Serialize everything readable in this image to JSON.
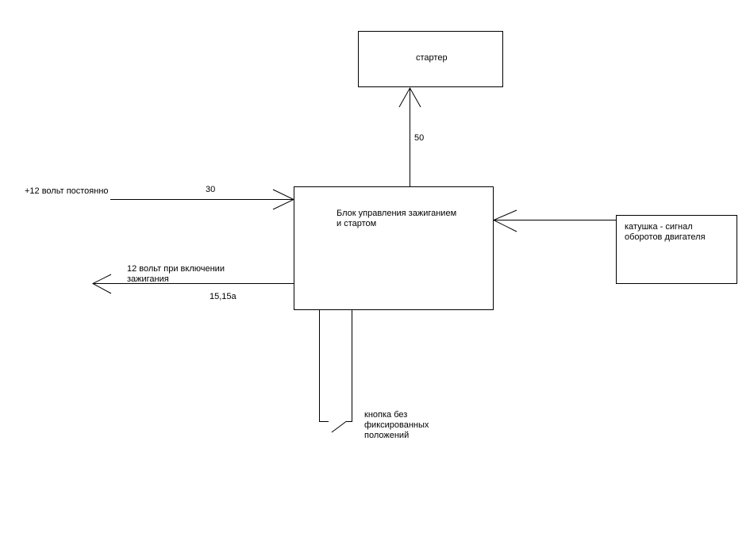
{
  "diagram": {
    "starter": {
      "label": "стартер"
    },
    "control_unit": {
      "label": "Блок управления зажиганием\nи стартом"
    },
    "coil": {
      "label": "катушка - сигнал\nоборотов двигателя"
    },
    "button": {
      "label": "кнопка без\nфиксированных\nположений"
    },
    "input_constant": {
      "label": "+12 вольт постоянно",
      "terminal": "30"
    },
    "output_ignition": {
      "label": "12 вольт при включении\nзажигания",
      "terminal": "15,15а"
    },
    "output_starter": {
      "terminal": "50"
    }
  }
}
